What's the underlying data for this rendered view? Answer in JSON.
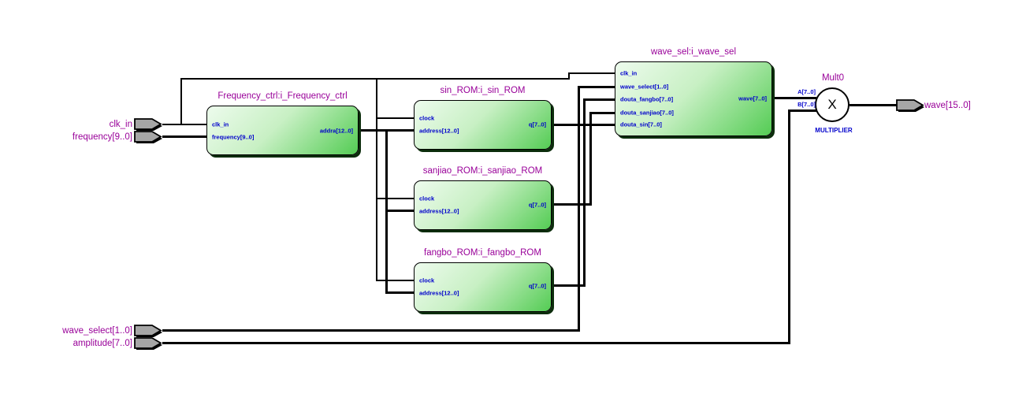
{
  "diagram_type": "rtl-schematic",
  "input_pins": [
    {
      "label": "clk_in"
    },
    {
      "label": "frequency[9..0]"
    },
    {
      "label": "wave_select[1..0]"
    },
    {
      "label": "amplitude[7..0]"
    }
  ],
  "output_pins": [
    {
      "label": "wave[15..0]"
    }
  ],
  "blocks": [
    {
      "title": "Frequency_ctrl:i_Frequency_ctrl",
      "ports_in": [
        "clk_in",
        "frequency[9..0]"
      ],
      "ports_out": [
        "addra[12..0]"
      ]
    },
    {
      "title": "sin_ROM:i_sin_ROM",
      "ports_in": [
        "clock",
        "address[12..0]"
      ],
      "ports_out": [
        "q[7..0]"
      ]
    },
    {
      "title": "sanjiao_ROM:i_sanjiao_ROM",
      "ports_in": [
        "clock",
        "address[12..0]"
      ],
      "ports_out": [
        "q[7..0]"
      ]
    },
    {
      "title": "fangbo_ROM:i_fangbo_ROM",
      "ports_in": [
        "clock",
        "address[12..0]"
      ],
      "ports_out": [
        "q[7..0]"
      ]
    },
    {
      "title": "wave_sel:i_wave_sel",
      "ports_in": [
        "clk_in",
        "wave_select[1..0]",
        "douta_fangbo[7..0]",
        "douta_sanjiao[7..0]",
        "douta_sin[7..0]"
      ],
      "ports_out": [
        "wave[7..0]"
      ]
    }
  ],
  "multiplier": {
    "name": "Mult0",
    "operator": "X",
    "type_label": "MULTIPLIER",
    "port_a": "A[7..0]",
    "port_b": "B[7..0]"
  },
  "colors": {
    "block_title": "#990099",
    "pin_label": "#990099",
    "port_text": "#0000cc",
    "wire": "#000000",
    "block_green_light": "#edfbed",
    "block_green_dark": "#54cc54",
    "pin_fill": "#a6a6a6",
    "background": "#ffffff"
  }
}
